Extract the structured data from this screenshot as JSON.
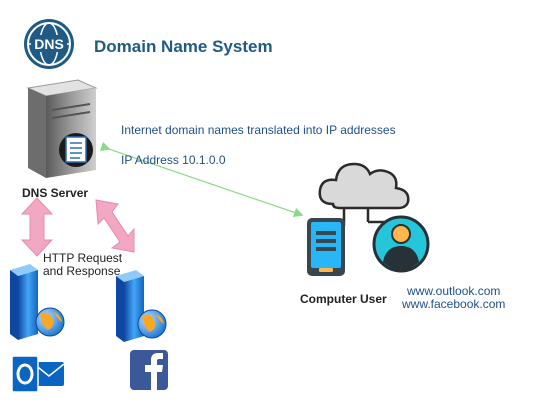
{
  "title": "Domain Name System",
  "dns_badge": "DNS",
  "dns_server_label": "DNS Server",
  "translation_note": "Internet domain names translated into IP addresses",
  "ip_address": "IP Address 10.1.0.0",
  "http_label": [
    "HTTP Request",
    "and Response"
  ],
  "computer_user_label": "Computer User",
  "urls": [
    "www.outlook.com",
    "www.facebook.com"
  ],
  "colors": {
    "title": "#1f5b85",
    "connector": "#8cd98c",
    "double_arrow": "#f2a7c3",
    "server": "#1e88e5",
    "outlook": "#0a64c2",
    "facebook": "#3b5998"
  },
  "icons": [
    "dns-globe-icon",
    "dns-server-icon",
    "document-icon",
    "cloud-icon",
    "computer-icon",
    "user-avatar-icon",
    "web-server-icon",
    "globe-icon",
    "outlook-icon",
    "facebook-icon"
  ]
}
